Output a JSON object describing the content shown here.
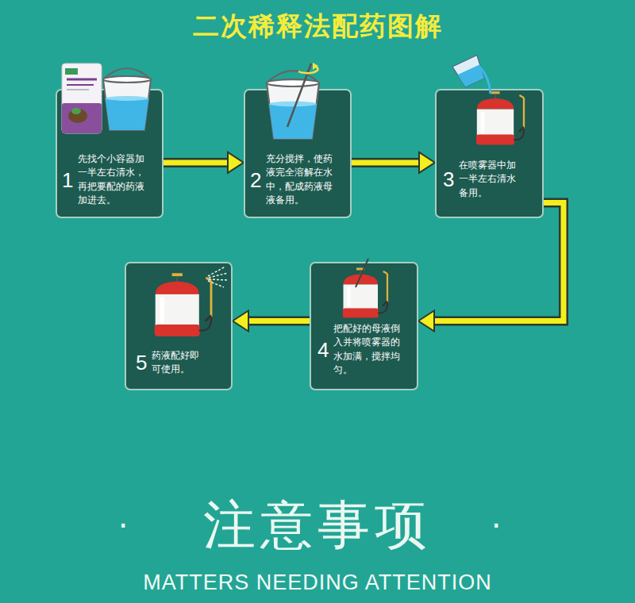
{
  "diagram": {
    "title": "二次稀释法配药图解",
    "nodes": [
      {
        "text": [
          "1",
          "先找个小容器加一半左右清水，再把要配的药液加进去。"
        ]
      },
      {
        "text": [
          "2",
          "充分搅拌，使药液完全溶解在水中，配成药液母液备用。"
        ]
      },
      {
        "text": [
          "3",
          "在喷雾器中加一半左右清水备用。"
        ]
      },
      {
        "text": [
          "4",
          "把配好的母液倒入并将喷雾器的水加满，搅拌均匀。"
        ]
      },
      {
        "text": [
          "5",
          "药液配好即可使用。"
        ]
      }
    ],
    "edges": [
      {
        "from": 0,
        "to": 1,
        "arrow": "to"
      },
      {
        "from": 1,
        "to": 2,
        "arrow": "to"
      },
      {
        "from": 2,
        "to": 3,
        "arrow": "to"
      },
      {
        "from": 3,
        "to": 4,
        "arrow": "to"
      }
    ],
    "labels": [
      "·",
      "注意事项",
      "·",
      "MATTERS NEEDING ATTENTION"
    ]
  }
}
